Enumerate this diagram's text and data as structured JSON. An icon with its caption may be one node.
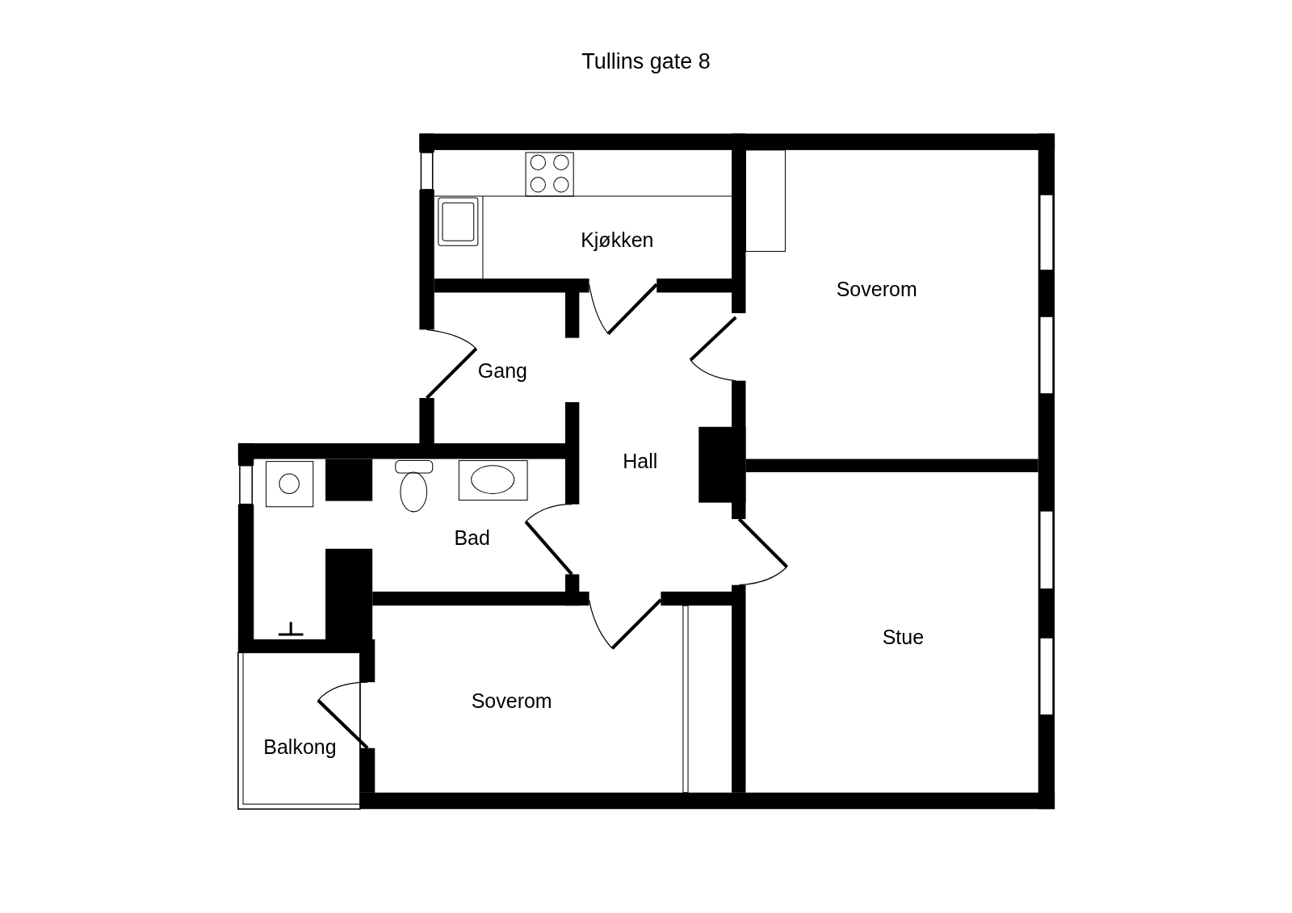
{
  "diagram": {
    "title": "Tullins gate 8",
    "labels": [
      "Kjøkken",
      "Soverom",
      "Gang",
      "Hall",
      "Bad",
      "Stue",
      "Soverom",
      "Balkong"
    ]
  }
}
